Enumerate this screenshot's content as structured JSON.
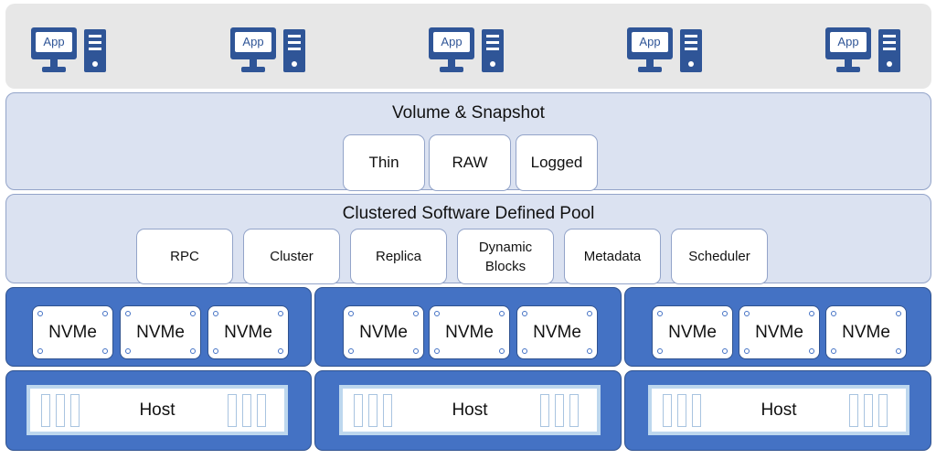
{
  "apps": {
    "items": [
      {
        "label": "App"
      },
      {
        "label": "App"
      },
      {
        "label": "App"
      },
      {
        "label": "App"
      },
      {
        "label": "App"
      }
    ]
  },
  "volume_layer": {
    "title": "Volume & Snapshot",
    "chips": [
      {
        "label": "Thin"
      },
      {
        "label": "RAW"
      },
      {
        "label": "Logged"
      }
    ]
  },
  "pool_layer": {
    "title": "Clustered Software Defined Pool",
    "chips": [
      {
        "label": "RPC"
      },
      {
        "label": "Cluster"
      },
      {
        "label": "Replica"
      },
      {
        "label": "Dynamic Blocks"
      },
      {
        "label": "Metadata"
      },
      {
        "label": "Scheduler"
      }
    ]
  },
  "nodes": [
    {
      "nvme": [
        {
          "label": "NVMe"
        },
        {
          "label": "NVMe"
        },
        {
          "label": "NVMe"
        }
      ],
      "host": {
        "label": "Host"
      }
    },
    {
      "nvme": [
        {
          "label": "NVMe"
        },
        {
          "label": "NVMe"
        },
        {
          "label": "NVMe"
        }
      ],
      "host": {
        "label": "Host"
      }
    },
    {
      "nvme": [
        {
          "label": "NVMe"
        },
        {
          "label": "NVMe"
        },
        {
          "label": "NVMe"
        }
      ],
      "host": {
        "label": "Host"
      }
    }
  ],
  "colors": {
    "app_icon": "#2f5597",
    "layer_fill": "#dbe2f1",
    "node_fill": "#4472c4",
    "host_border": "#bdd7ee"
  }
}
